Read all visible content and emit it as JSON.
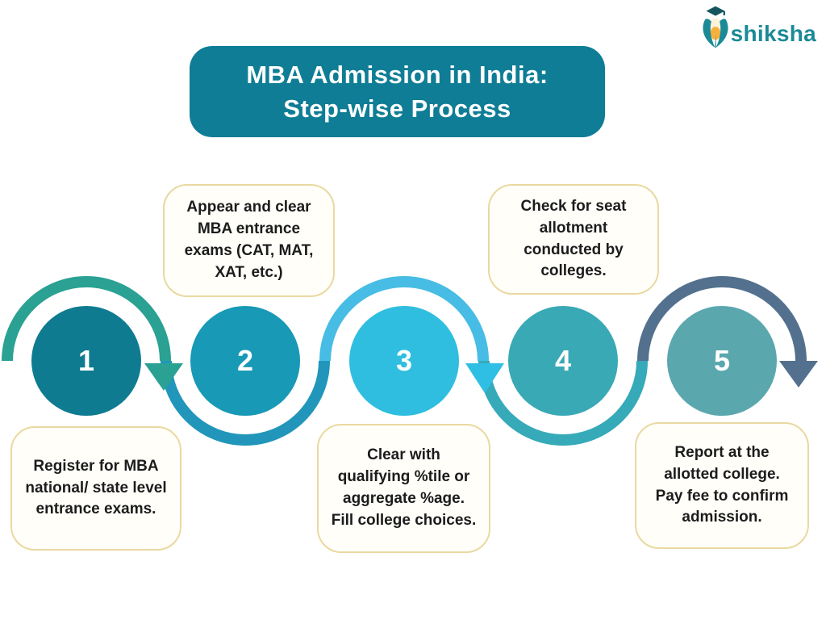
{
  "logo": {
    "text": "shiksha",
    "text_color": "#1b8a96",
    "icon_teal": "#1b8a96",
    "icon_cap_color": "#14555e",
    "icon_glow_color": "#f5b13f"
  },
  "title": {
    "line1": "MBA Admission in India:",
    "line2": "Step-wise Process",
    "background": "#0e7d95",
    "text_color": "#ffffff"
  },
  "steps": [
    {
      "number": "1",
      "circle_color": "#0f7b90",
      "label_position": "below",
      "lines": [
        "Register for MBA",
        "national/ state level",
        "entrance exams."
      ]
    },
    {
      "number": "2",
      "circle_color": "#1899b6",
      "label_position": "above",
      "lines": [
        "Appear and clear",
        "MBA entrance",
        "exams (CAT, MAT,",
        "XAT, etc.)"
      ]
    },
    {
      "number": "3",
      "circle_color": "#2fbedf",
      "label_position": "below",
      "lines": [
        "Clear with",
        "qualifying %tile or",
        "aggregate %age.",
        "Fill college choices."
      ]
    },
    {
      "number": "4",
      "circle_color": "#3aa9b6",
      "label_position": "above",
      "lines": [
        "Check for seat",
        "allotment",
        "conducted by",
        "colleges."
      ]
    },
    {
      "number": "5",
      "circle_color": "#5aa7ae",
      "label_position": "below",
      "lines": [
        "Report at the",
        "allotted college.",
        "Pay fee to confirm",
        "admission."
      ]
    }
  ],
  "flow": {
    "arc_colors": [
      "#2aa193",
      "#2196ba",
      "#47bce4",
      "#36aab8",
      "#53718e"
    ],
    "arrow_colors": [
      "#2aa193",
      "#2fbfe4",
      "#53718e"
    ]
  },
  "box_style": {
    "border_color": "#e9d9a0",
    "background": "#fffef9"
  }
}
